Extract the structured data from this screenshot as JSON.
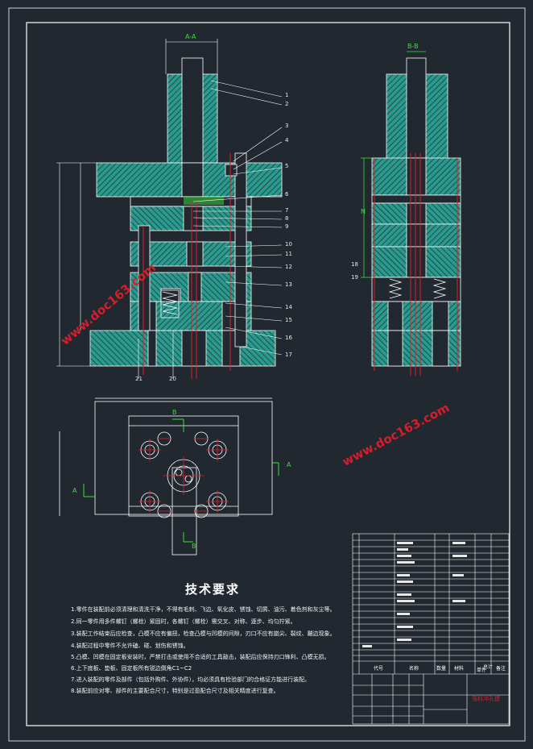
{
  "section_labels": {
    "aa": "A-A",
    "bb": "B-B",
    "a_arrow": "A",
    "b_arrow": "B",
    "dim_n": "N"
  },
  "part_numbers": [
    "1",
    "2",
    "3",
    "4",
    "5",
    "6",
    "7",
    "8",
    "9",
    "10",
    "11",
    "12",
    "13",
    "14",
    "15",
    "16",
    "17",
    "18",
    "19",
    "20",
    "21"
  ],
  "tech_title": "技术要求",
  "notes": [
    "1.零件在装配前必须清理和清洗干净，不得有毛刺、飞边、氧化皮、锈蚀、切屑、油污、着色剂和灰尘等。",
    "2.同一零件用多件螺钉（螺栓）紧固时，各螺钉（螺栓）需交叉、对称、逐步、均匀拧紧。",
    "3.装配工作结束后应检查，凸模不应有偏扭，检查凸模与凹模的间隙，刃口不应有崩尖、裂纹、蹦边现象。",
    "4.装配过程中零件不允许磕、碰、划伤和锈蚀。",
    "5.凸模、凹模在固定板安装时，严禁打击或使用不合适的工具敲击，装配后应保持刃口锋利、凸模无损。",
    "6.上下底板、垫板、固定板所有锐边倒角C1~C2",
    "7.进入装配的零件及部件（包括外购件、外协件），均必须具有检验部门的合格证方能进行装配。",
    "8.装配前应对零、部件的主要配合尺寸，特别是过盈配合尺寸及相关精度进行复查。"
  ],
  "title_block": {
    "col_code": "代号",
    "col_name": "名称",
    "col_qty": "数量",
    "col_material": "材料",
    "col_weight": "单件",
    "col_total": "总计",
    "col_note": "备注",
    "drawing_name": "落料冲孔模"
  },
  "watermarks": [
    "www.doc163.com",
    "www.doc163.com"
  ],
  "colors": {
    "background": "#212830",
    "hatch": "#2fa89c",
    "line": "#ffffff",
    "center": "#e11d2a",
    "dim": "#3adf3a"
  }
}
